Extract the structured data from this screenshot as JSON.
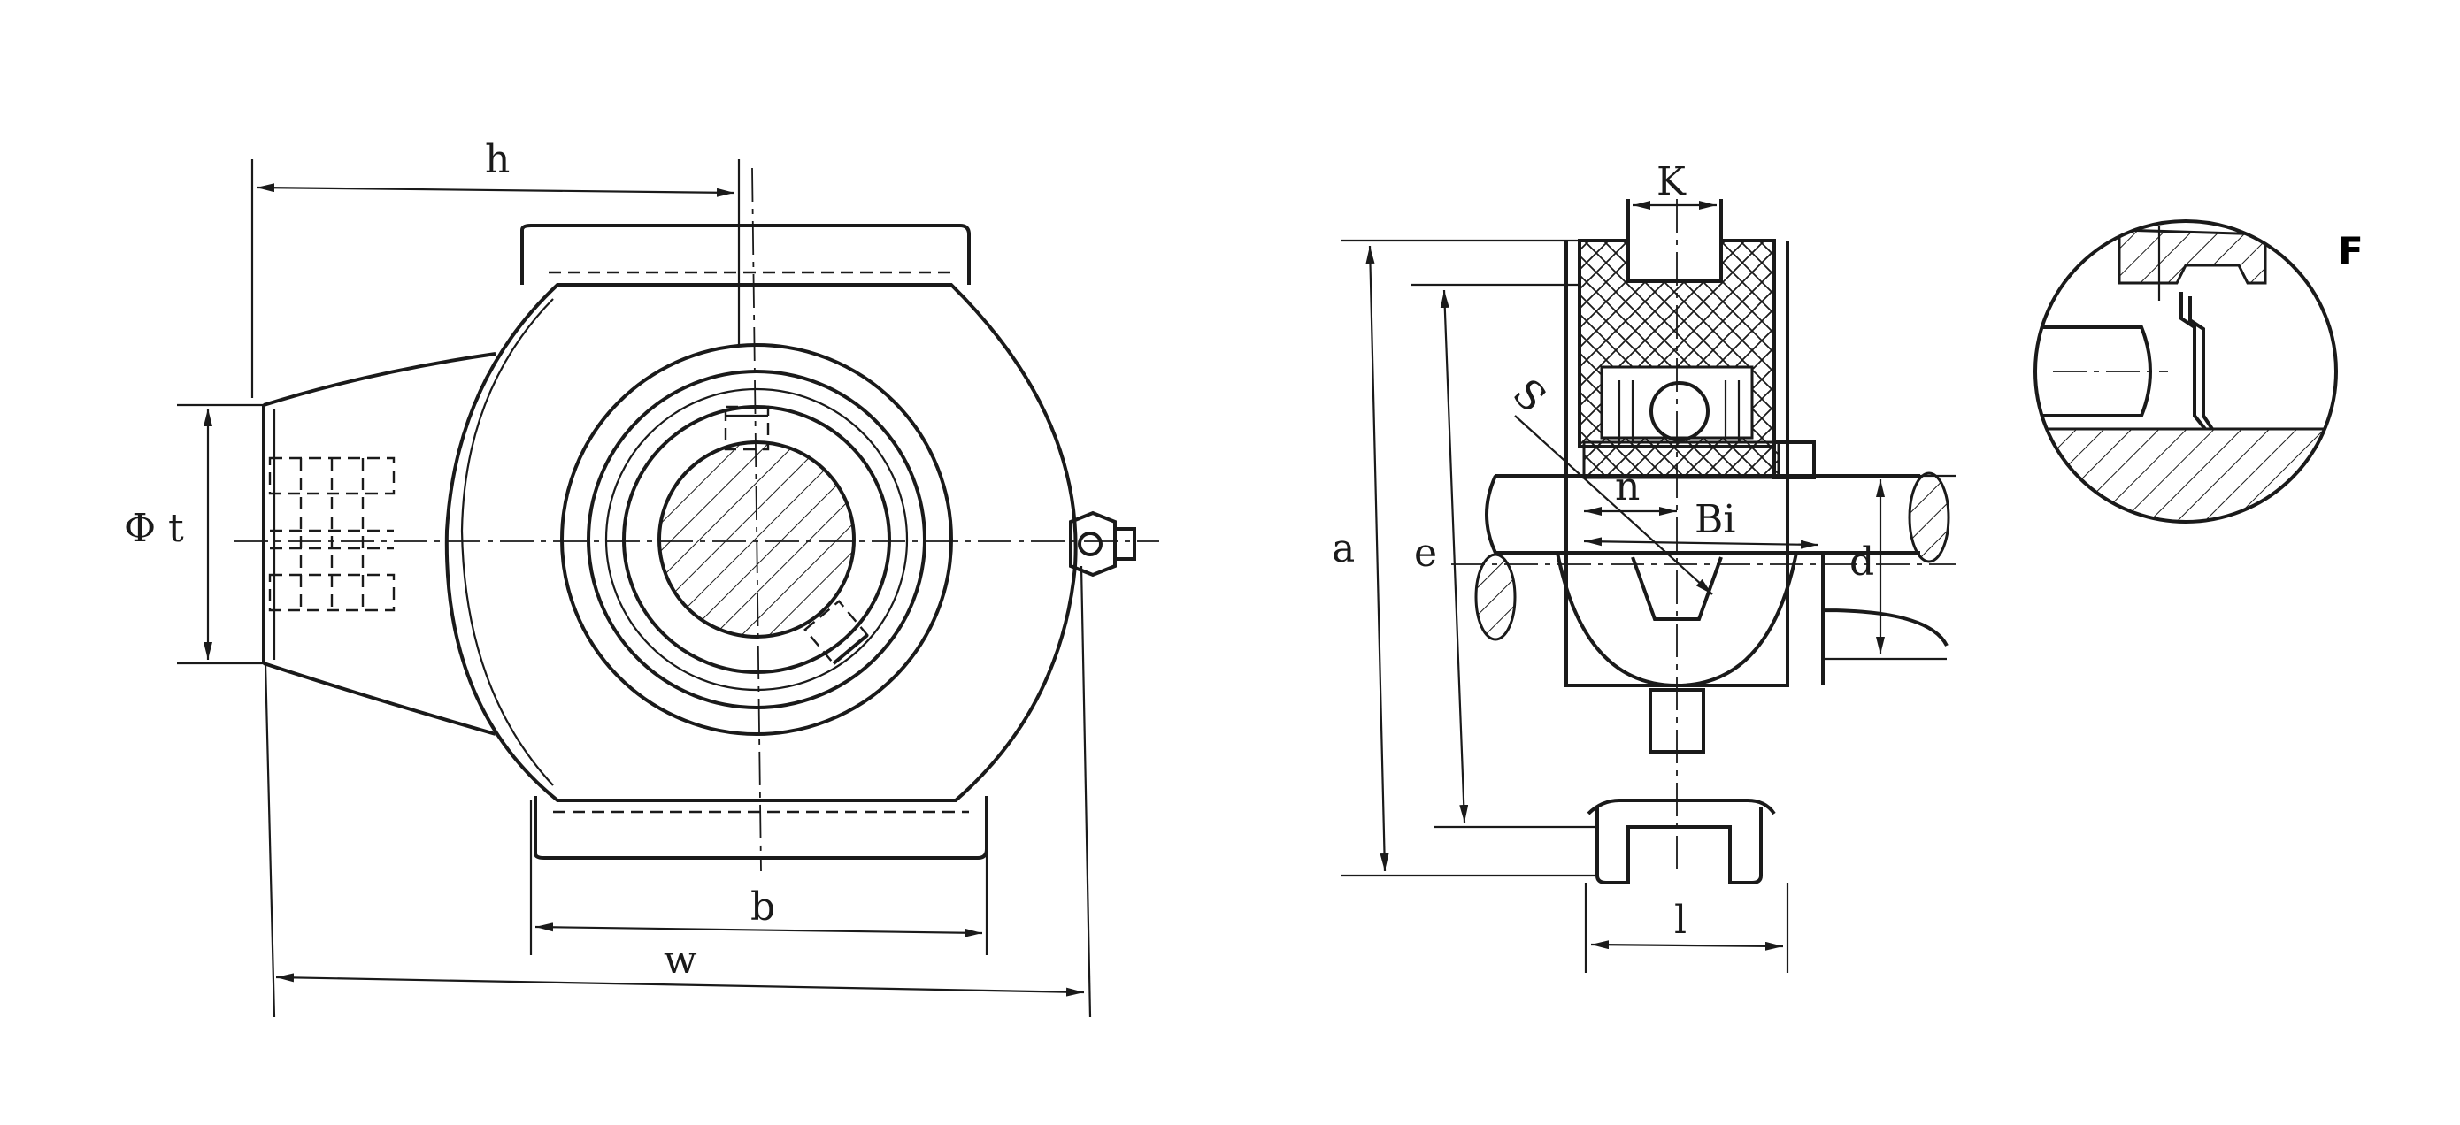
{
  "labels": {
    "h": "h",
    "phi_t": "Φ t",
    "b": "b",
    "w": "w",
    "k": "K",
    "a": "a",
    "e": "e",
    "s": "S",
    "n": "n",
    "bi": "Bi",
    "d": "d",
    "l": "l",
    "f": "F"
  }
}
